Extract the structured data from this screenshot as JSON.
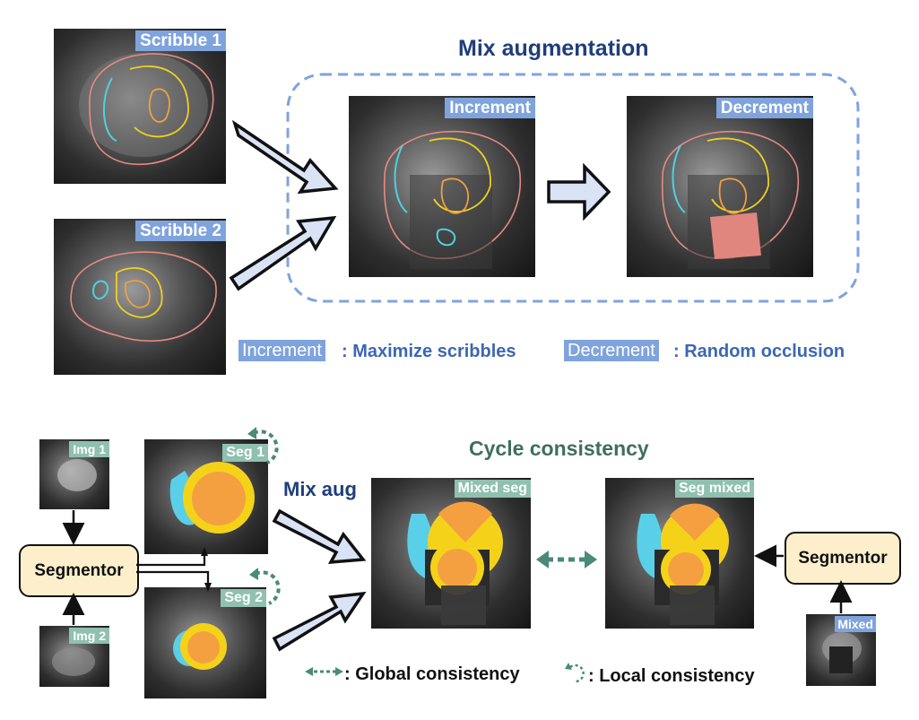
{
  "top": {
    "scribble1_label": "Scribble 1",
    "scribble2_label": "Scribble 2",
    "mix_title": "Mix augmentation",
    "increment_label": "Increment",
    "decrement_label": "Decrement",
    "legend": {
      "increment_key": "Increment",
      "increment_desc": ": Maximize scribbles",
      "decrement_key": "Decrement",
      "decrement_desc": ": Random occlusion"
    }
  },
  "bottom": {
    "img1_label": "Img 1",
    "img2_label": "Img 2",
    "segmentor_left": "Segmentor",
    "seg1_label": "Seg 1",
    "seg2_label": "Seg 2",
    "mix_aug_label": "Mix aug",
    "cycle_title": "Cycle consistency",
    "mixed_seg_label": "Mixed seg",
    "seg_mixed_label": "Seg mixed",
    "segmentor_right": "Segmentor",
    "mixed_label": "Mixed",
    "legend": {
      "global": ": Global consistency",
      "local": ": Local consistency"
    }
  },
  "colors": {
    "title_blue": "#1f3f7a",
    "cycle_green": "#3f6f60",
    "tag_blue": "#7fa3dd",
    "tag_green": "#8fc0b0",
    "arrow_fill": "#d9e3f5",
    "dashed_green": "#4a8a78",
    "dashed_blue": "#7fa3dd",
    "segmentor_fill": "#fdefcc",
    "occlusion": "#e0867e",
    "seg_cyan": "#5ad0e8",
    "seg_yellow": "#f5d21a",
    "seg_orange": "#f5a040"
  }
}
